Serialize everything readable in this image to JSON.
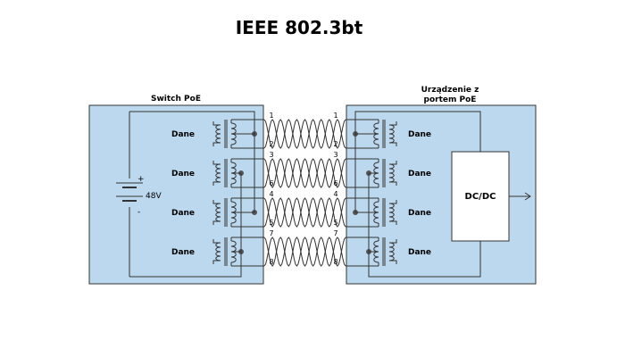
{
  "title": "IEEE 802.3bt",
  "left_block": {
    "label": "Switch PoE"
  },
  "right_block": {
    "label_line1": "Urządzenie z",
    "label_line2": "portem PoE"
  },
  "data_label": "Dane",
  "voltage": {
    "value": "48V",
    "plus": "+",
    "minus": "-"
  },
  "converter_label": "DC/DC",
  "pairs": [
    {
      "top_pin": "1",
      "bottom_pin": "2"
    },
    {
      "top_pin": "3",
      "bottom_pin": "6"
    },
    {
      "top_pin": "4",
      "bottom_pin": "5"
    },
    {
      "top_pin": "7",
      "bottom_pin": "8"
    }
  ],
  "colors": {
    "block_fill": "#bcd8ee",
    "line": "#333333",
    "converter_fill": "#ffffff"
  }
}
